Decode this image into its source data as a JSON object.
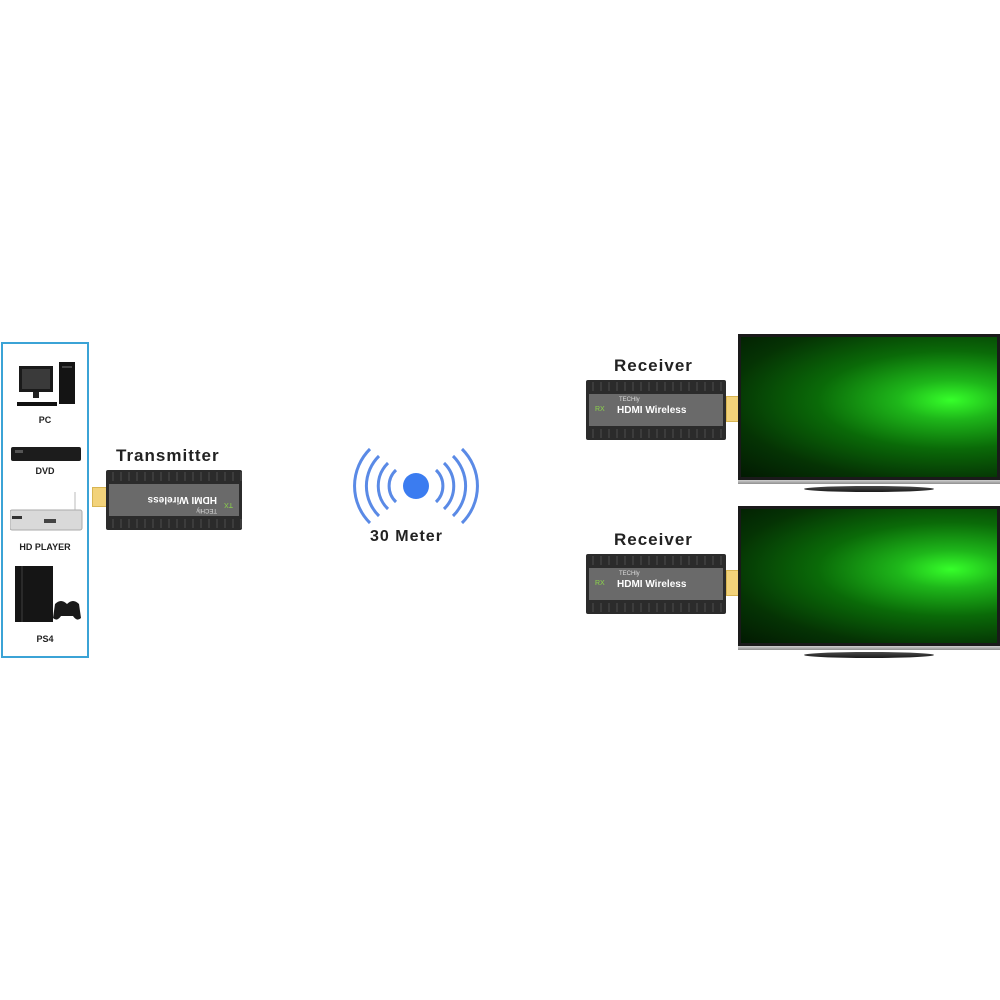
{
  "sources": {
    "items": [
      {
        "label": "PC",
        "icon": "desktop-pc-icon"
      },
      {
        "label": "DVD",
        "icon": "dvd-player-icon"
      },
      {
        "label": "HD PLAYER",
        "icon": "media-player-box-icon"
      },
      {
        "label": "PS4",
        "icon": "game-console-icon"
      }
    ],
    "border_color": "#3ba3d6"
  },
  "transmitter": {
    "title": "Transmitter",
    "brand": "TECHly",
    "product": "HDMI Wireless",
    "code": "TX"
  },
  "signal": {
    "range_label": "30 Meter",
    "color": "#3b7cf0"
  },
  "receivers": [
    {
      "title": "Receiver",
      "brand": "TECHly",
      "product": "HDMI Wireless",
      "code": "RX"
    },
    {
      "title": "Receiver",
      "brand": "TECHly",
      "product": "HDMI Wireless",
      "code": "RX"
    }
  ],
  "tv": {
    "screen_theme": "windows-10-green",
    "accent": "#2cdc1e"
  }
}
